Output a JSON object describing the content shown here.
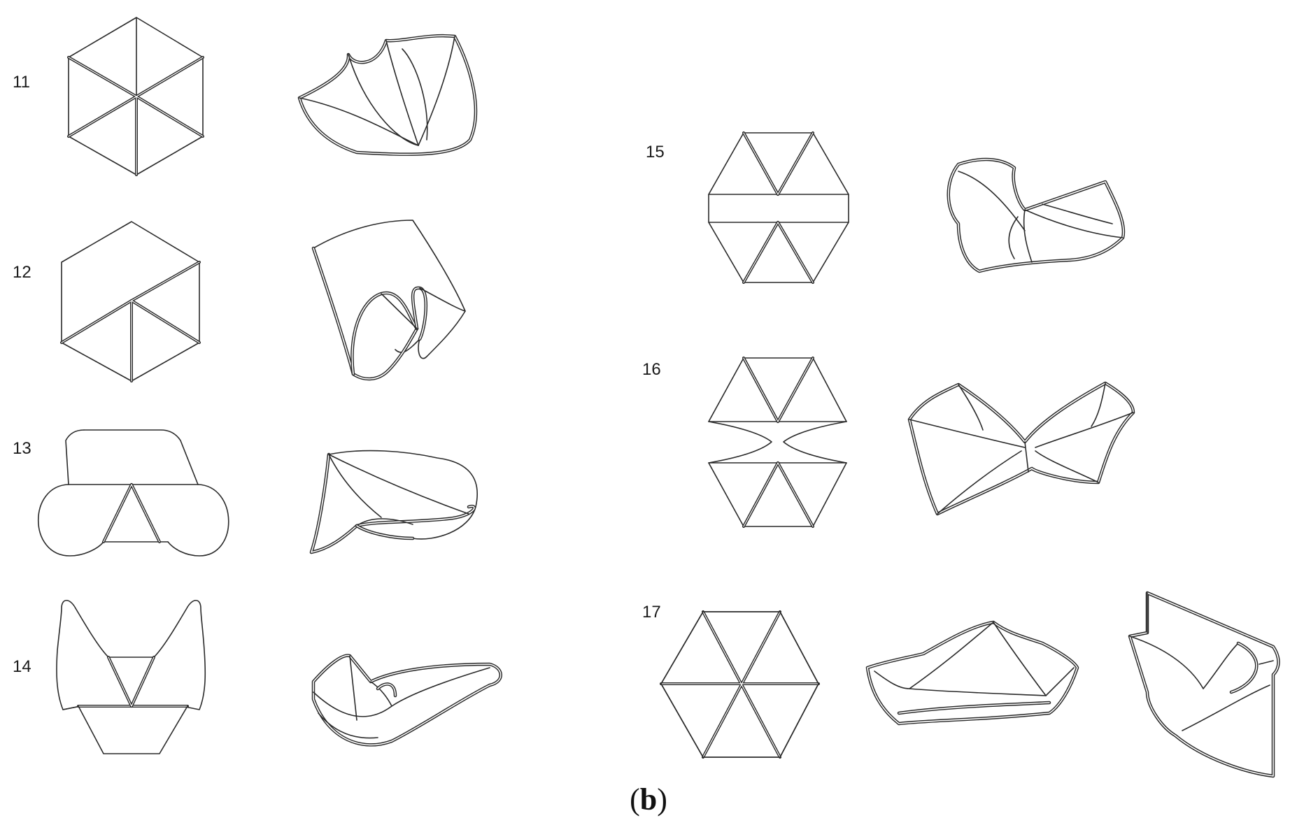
{
  "figure": {
    "caption_open": "(",
    "caption_letter": "b",
    "caption_close": ")",
    "patterns": [
      {
        "id": "11",
        "label": "11"
      },
      {
        "id": "12",
        "label": "12"
      },
      {
        "id": "13",
        "label": "13"
      },
      {
        "id": "14",
        "label": "14"
      },
      {
        "id": "15",
        "label": "15"
      },
      {
        "id": "16",
        "label": "16"
      },
      {
        "id": "17",
        "label": "17"
      }
    ]
  }
}
